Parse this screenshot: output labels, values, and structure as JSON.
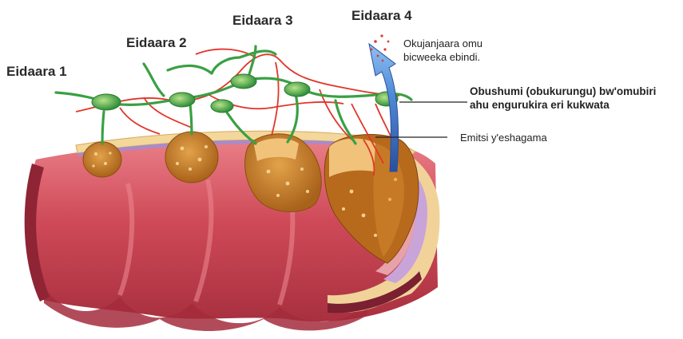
{
  "stages": [
    {
      "label": "Eidaara 1"
    },
    {
      "label": "Eidaara 2"
    },
    {
      "label": "Eidaara 3"
    },
    {
      "label": "Eidaara 4"
    }
  ],
  "callouts": {
    "spread": {
      "line1": "Okujanjaara omu",
      "line2": "bicweeka ebindi."
    },
    "lymph": {
      "line1": "Obushumi (obukurungu) bw'omubiri",
      "line2": "ahu engurukira eri kukwata"
    },
    "vessels": {
      "text": "Emitsi y'eshagama"
    }
  },
  "colors": {
    "tissue": "#c8404f",
    "tissue_light": "#e57a82",
    "fat": "#f3d79b",
    "tumor": "#c9801f",
    "lymph_vessel": "#3aa043",
    "blood_vessel": "#e0362b",
    "arrow": "#3d74c7"
  }
}
